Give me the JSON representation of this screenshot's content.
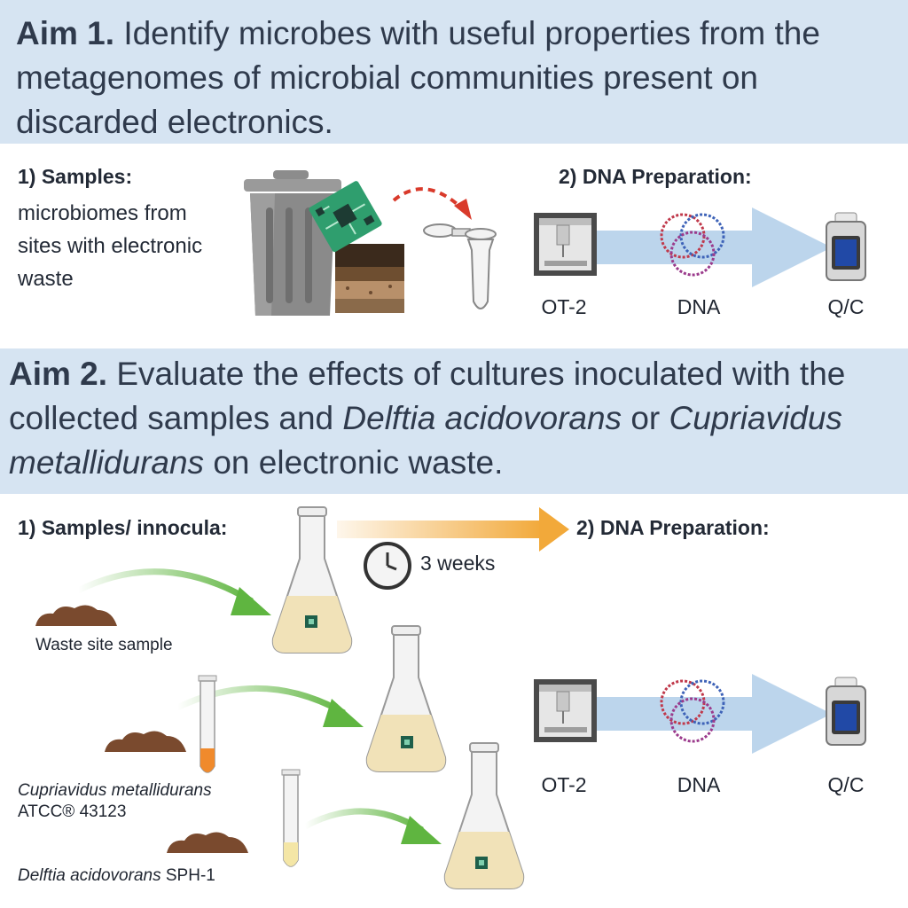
{
  "aim1": {
    "title": "Aim 1.",
    "text": "Identify microbes with useful properties from the metagenomes of microbial communities present on discarded electronics."
  },
  "aim1_steps": {
    "samples_header": "1) Samples:",
    "samples_desc": "microbiomes from sites with electronic waste",
    "dna_header": "2) DNA Preparation:",
    "labels": [
      "OT-2",
      "DNA",
      "Q/C"
    ]
  },
  "aim2": {
    "title": "Aim 2.",
    "text_1": "Evaluate the effects of cultures inoculated with the collected samples and",
    "organism_1": "Delftia acidovorans",
    "text_2": "or",
    "organism_2": "Cupriavidus metallidurans",
    "text_3": "on electronic waste."
  },
  "aim2_steps": {
    "samples_header": "1) Samples/ innocula:",
    "duration": "3 weeks",
    "dna_header": "2) DNA Preparation:",
    "labels": [
      "OT-2",
      "DNA",
      "Q/C"
    ],
    "sample_1": "Waste site sample",
    "sample_2_name": "Cupriavidus metallidurans",
    "sample_2_id": "ATCC® 43123",
    "sample_3_name": "Delftia acidovorans",
    "sample_3_id": "SPH-1"
  },
  "colors": {
    "band": "#d6e4f2",
    "arrow_green": "#5fb540",
    "arrow_orange": "#f2a93a",
    "arrow_red": "#d93a2b",
    "flow_arrow": "#b9d3ec"
  },
  "icons": [
    "trash-can-icon",
    "circuit-board-icon",
    "soil-icon",
    "microtube-icon",
    "ot2-robot-icon",
    "dna-plasmid-icon",
    "qc-device-icon",
    "flask-icon",
    "clock-icon",
    "test-tube-icon",
    "soil-pile-icon"
  ]
}
